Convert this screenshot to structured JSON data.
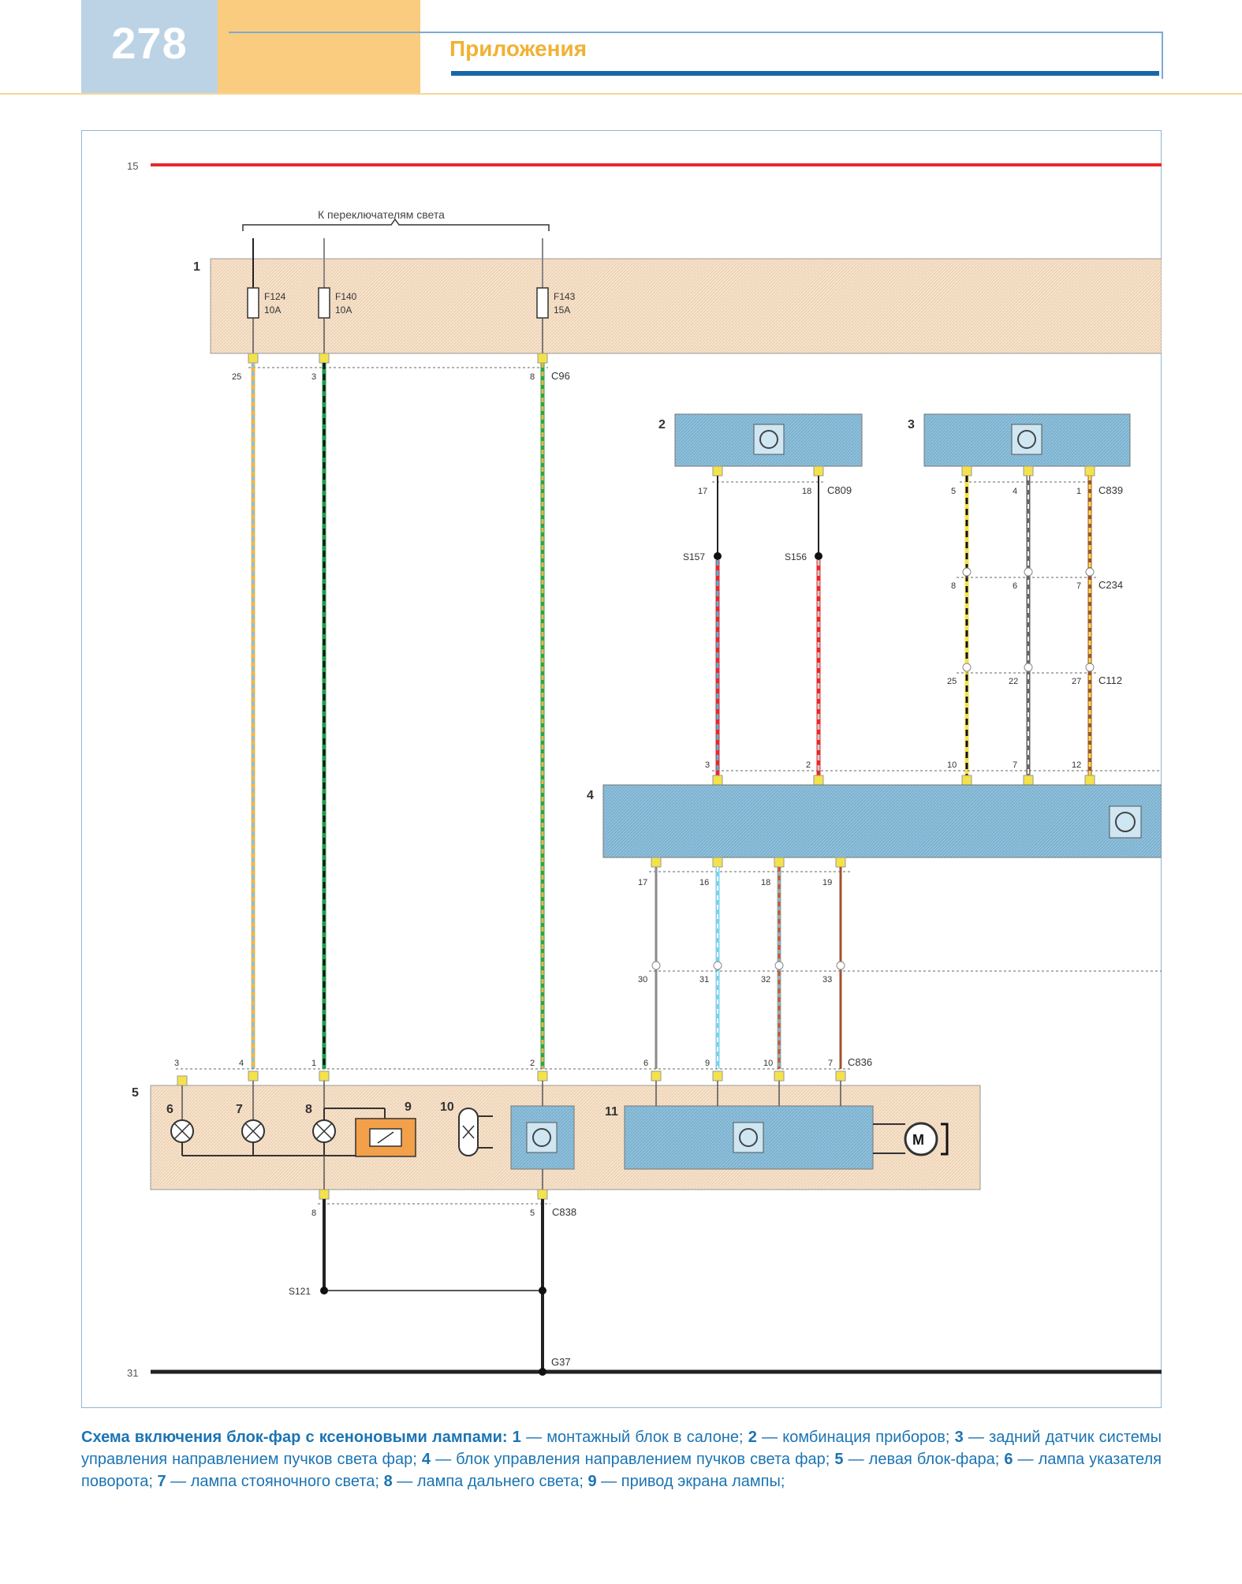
{
  "header": {
    "page_number": "278",
    "section_title": "Приложения"
  },
  "diagram": {
    "rails": {
      "top": "15",
      "bottom": "31"
    },
    "bracket_label": "К переключателям света",
    "modules": [
      {
        "number": "1"
      },
      {
        "number": "2"
      },
      {
        "number": "3"
      },
      {
        "number": "4"
      },
      {
        "number": "5"
      }
    ],
    "components": [
      {
        "number": "6"
      },
      {
        "number": "7"
      },
      {
        "number": "8"
      },
      {
        "number": "9"
      },
      {
        "number": "10"
      },
      {
        "number": "11"
      }
    ],
    "fuses": [
      {
        "name": "F124",
        "rating": "10A"
      },
      {
        "name": "F140",
        "rating": "10A"
      },
      {
        "name": "F143",
        "rating": "15A"
      }
    ],
    "connectors": [
      "C96",
      "C809",
      "C839",
      "C234",
      "C112",
      "C836",
      "C838"
    ],
    "splices": [
      "S157",
      "S156",
      "S121"
    ],
    "ground": "G37",
    "pins": {
      "c96": [
        "25",
        "3",
        "8"
      ],
      "c809": [
        "17",
        "18"
      ],
      "c839": [
        "5",
        "4",
        "1"
      ],
      "c234": [
        "8",
        "6",
        "7"
      ],
      "c112": [
        "25",
        "22",
        "27"
      ],
      "m4_top": [
        "3",
        "2",
        "10",
        "7",
        "12"
      ],
      "m4_bottom": [
        "17",
        "16",
        "18",
        "19"
      ],
      "mid": [
        "30",
        "31",
        "32",
        "33"
      ],
      "c836": [
        "3",
        "4",
        "1",
        "2",
        "6",
        "9",
        "10",
        "7"
      ],
      "c838": [
        "8",
        "5"
      ]
    },
    "motor_label": "M",
    "colors": {
      "rail_red": "#e8282a",
      "rail_black": "#222222",
      "module_beige": "#f7e3cc",
      "module_blue": "#8fc0da",
      "lamp_shield": "#f2a04a",
      "connector_yellow": "#f4e24a"
    }
  },
  "caption": {
    "lead": "Схема включения блок-фар с ксеноновыми лампами:",
    "items": [
      {
        "num": "1",
        "text": "монтажный блок в салоне;"
      },
      {
        "num": "2",
        "text": "комбинация приборов;"
      },
      {
        "num": "3",
        "text": "задний датчик системы управления направлением пучков света фар;"
      },
      {
        "num": "4",
        "text": "блок управления направлением пучков света фар;"
      },
      {
        "num": "5",
        "text": "левая блок-фара;"
      },
      {
        "num": "6",
        "text": "лампа указателя поворота;"
      },
      {
        "num": "7",
        "text": "лампа стояночного света;"
      },
      {
        "num": "8",
        "text": "лампа дальнего света;"
      },
      {
        "num": "9",
        "text": "привод экрана лампы;"
      }
    ]
  }
}
